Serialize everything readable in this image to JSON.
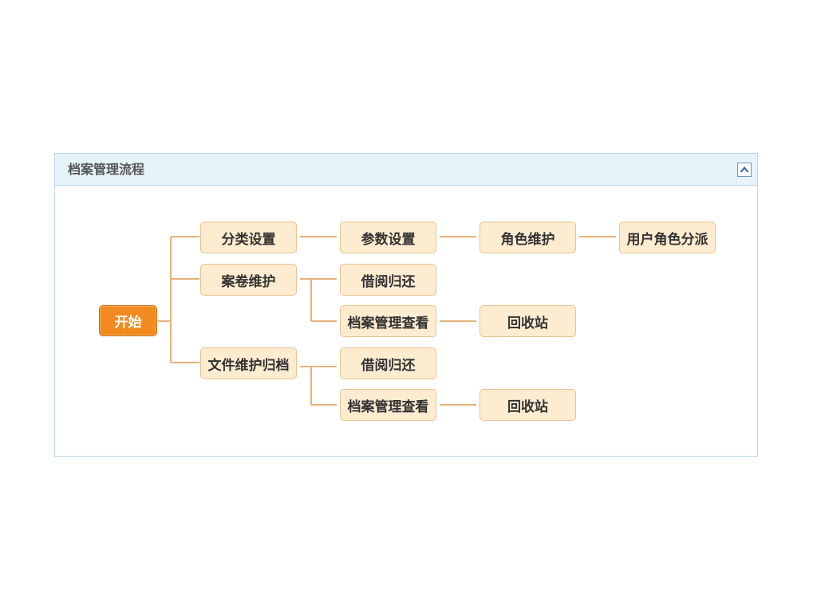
{
  "panel": {
    "title": "档案管理流程"
  },
  "flow": {
    "start": "开始",
    "classification_settings": "分类设置",
    "parameter_settings": "参数设置",
    "role_maintenance": "角色维护",
    "user_role_assignment": "用户角色分派",
    "case_volume_maintenance": "案卷维护",
    "borrow_return_1": "借阅归还",
    "archive_view_1": "档案管理查看",
    "recycle_bin_1": "回收站",
    "file_maintenance_archive": "文件维护归档",
    "borrow_return_2": "借阅归还",
    "archive_view_2": "档案管理查看",
    "recycle_bin_2": "回收站"
  },
  "colors": {
    "connector": "#e5b27a",
    "node_fill": "#feecd0",
    "node_border": "#e8c18e",
    "start_fill": "#f28a1f",
    "header_fill": "#e6f3f8",
    "panel_border": "#b5d9e8"
  },
  "icons": {
    "collapse": "chevron-up-icon"
  }
}
